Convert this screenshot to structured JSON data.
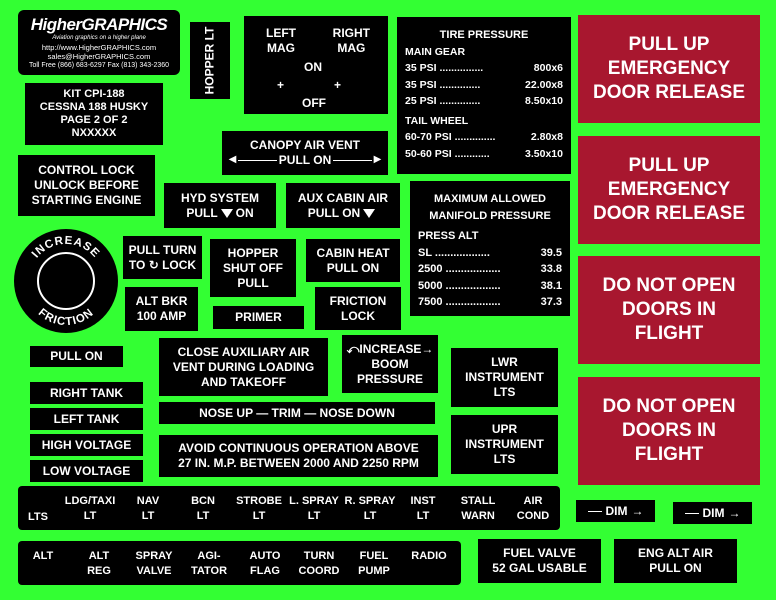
{
  "brand": {
    "name": "HigherGRAPHICS",
    "tagline": "Aviation graphics on a higher plane",
    "web": "http://www.HigherGRAPHICS.com",
    "email": "sales@HigherGRAPHICS.com",
    "phone": "Toll Free (866) 683-6297 Fax (813) 343-2360"
  },
  "kit": [
    "KIT CPI-188",
    "CESSNA 188 HUSKY",
    "PAGE 2 OF 2",
    "NXXXXX"
  ],
  "hopper_lt": "HOPPER LT",
  "mag": {
    "left": "LEFT",
    "left2": "MAG",
    "right": "RIGHT",
    "right2": "MAG",
    "on": "ON",
    "off": "OFF",
    "plus": "+"
  },
  "tire": {
    "title": "TIRE PRESSURE",
    "main": "MAIN GEAR",
    "main_rows": [
      {
        "psi": "35 PSI ...............",
        "size": "800x6"
      },
      {
        "psi": "35 PSI ..............",
        "size": "22.00x8"
      },
      {
        "psi": "25 PSI ..............",
        "size": "8.50x10"
      }
    ],
    "tail": "TAIL WHEEL",
    "tail_rows": [
      {
        "psi": "60-70 PSI ..............",
        "size": "2.80x8"
      },
      {
        "psi": "50-60 PSI ............",
        "size": "3.50x10"
      }
    ]
  },
  "red": [
    [
      "PULL UP",
      "EMERGENCY",
      "DOOR RELEASE"
    ],
    [
      "PULL UP",
      "EMERGENCY",
      "DOOR RELEASE"
    ],
    [
      "DO NOT OPEN",
      "DOORS IN",
      "FLIGHT"
    ],
    [
      "DO NOT OPEN",
      "DOORS IN",
      "FLIGHT"
    ]
  ],
  "canopy": {
    "l1": "CANOPY AIR VENT",
    "l2": "PULL ON"
  },
  "control_lock": [
    "CONTROL LOCK",
    "UNLOCK BEFORE",
    "STARTING ENGINE"
  ],
  "hyd": {
    "l1": "HYD SYSTEM",
    "l2a": "PULL",
    "l2b": "ON"
  },
  "aux": {
    "l1": "AUX CABIN AIR",
    "l2a": "PULL ON"
  },
  "manifold": {
    "title1": "MAXIMUM ALLOWED",
    "title2": "MANIFOLD PRESSURE",
    "head": "PRESS ALT",
    "rows": [
      {
        "alt": "SL ..................",
        "val": "39.5"
      },
      {
        "alt": "2500 ..................",
        "val": "33.8"
      },
      {
        "alt": "5000 ..................",
        "val": "38.1"
      },
      {
        "alt": "7500 ..................",
        "val": "37.3"
      }
    ]
  },
  "friction_ring": {
    "top": "INCREASE",
    "bottom": "FRICTION"
  },
  "pull_turn": {
    "l1": "PULL TURN",
    "l2a": "TO",
    "l2b": "LOCK"
  },
  "hopper_shutoff": [
    "HOPPER",
    "SHUT OFF",
    "PULL"
  ],
  "cabin_heat": [
    "CABIN HEAT",
    "PULL ON"
  ],
  "alt_bkr": [
    "ALT BKR",
    "100 AMP"
  ],
  "primer": "PRIMER",
  "friction_lock": [
    "FRICTION",
    "LOCK"
  ],
  "pull_on": "PULL ON",
  "close_aux": [
    "CLOSE AUXILIARY AIR",
    "VENT DURING LOADING",
    "AND TAKEOFF"
  ],
  "increase_boom": [
    "INCREASE",
    "BOOM",
    "PRESSURE"
  ],
  "lwr": [
    "LWR",
    "INSTRUMENT",
    "LTS"
  ],
  "upr": [
    "UPR",
    "INSTRUMENT",
    "LTS"
  ],
  "tanks": [
    "RIGHT TANK",
    "LEFT TANK",
    "HIGH VOLTAGE",
    "LOW VOLTAGE"
  ],
  "trim": "NOSE UP — TRIM — NOSE DOWN",
  "avoid": [
    "AVOID CONTINUOUS OPERATION ABOVE",
    "27 IN. M.P. BETWEEN 2000 AND 2250 RPM"
  ],
  "switch_top": [
    [
      "",
      "LTS"
    ],
    [
      "LDG/TAXI",
      "LT"
    ],
    [
      "NAV",
      "LT"
    ],
    [
      "BCN",
      "LT"
    ],
    [
      "STROBE",
      "LT"
    ],
    [
      "L. SPRAY",
      "LT"
    ],
    [
      "R. SPRAY",
      "LT"
    ],
    [
      "INST",
      "LT"
    ],
    [
      "STALL",
      "WARN"
    ],
    [
      "AIR",
      "COND"
    ]
  ],
  "dim": "DIM",
  "switch_bottom": [
    [
      "ALT",
      ""
    ],
    [
      "ALT",
      "REG"
    ],
    [
      "SPRAY",
      "VALVE"
    ],
    [
      "AGI-",
      "TATOR"
    ],
    [
      "AUTO",
      "FLAG"
    ],
    [
      "TURN",
      "COORD"
    ],
    [
      "FUEL",
      "PUMP"
    ],
    [
      "RADIO",
      ""
    ]
  ],
  "fuel_valve": [
    "FUEL VALVE",
    "52 GAL USABLE"
  ],
  "eng_alt": [
    "ENG ALT AIR",
    "PULL ON"
  ],
  "colors": {
    "background": "#33ff33",
    "placard": "#000000",
    "red": "#a8172f",
    "text": "#ffffff"
  }
}
